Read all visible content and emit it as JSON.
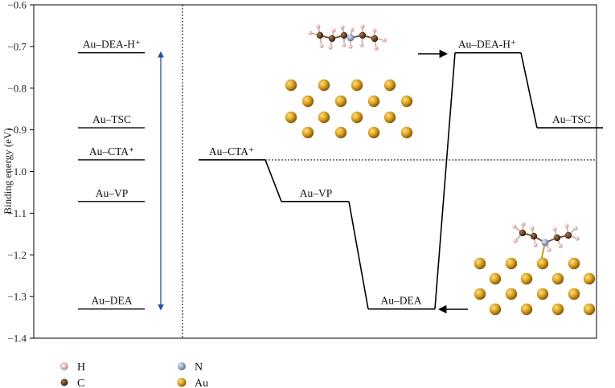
{
  "chart_data": {
    "type": "energy-level diagram",
    "ylabel": "Binding energy (eV)",
    "ylim": [
      -1.4,
      -0.6
    ],
    "yticks": [
      -1.4,
      -1.3,
      -1.2,
      -1.1,
      -1.0,
      -0.9,
      -0.8,
      -0.7,
      -0.6
    ],
    "ytick_labels": [
      "−1.4",
      "−1.3",
      "−1.2",
      "−1.1",
      "−1.0",
      "−0.9",
      "−0.8",
      "−0.7",
      "−0.6"
    ],
    "left_panel_levels": [
      {
        "label": "Au–DEA-H⁺",
        "value": -0.715
      },
      {
        "label": "Au–TSC",
        "value": -0.895
      },
      {
        "label": "Au–CTA⁺",
        "value": -0.972
      },
      {
        "label": "Au–VP",
        "value": -1.072
      },
      {
        "label": "Au–DEA",
        "value": -1.33
      }
    ],
    "pathway": [
      {
        "label": "Au–CTA⁺",
        "value": -0.972
      },
      {
        "label": "Au–VP",
        "value": -1.072
      },
      {
        "label": "Au–DEA",
        "value": -1.33
      },
      {
        "label": "Au–DEA-H⁺",
        "value": -0.715
      },
      {
        "label": "Au–TSC",
        "value": -0.895
      }
    ],
    "reference_line": -0.972,
    "legend": [
      {
        "symbol": "H",
        "color": "#e8b8b8"
      },
      {
        "symbol": "C",
        "color": "#5a3418"
      },
      {
        "symbol": "N",
        "color": "#8a9ab8"
      },
      {
        "symbol": "Au",
        "color": "#d4a21c"
      }
    ],
    "grid": false
  }
}
